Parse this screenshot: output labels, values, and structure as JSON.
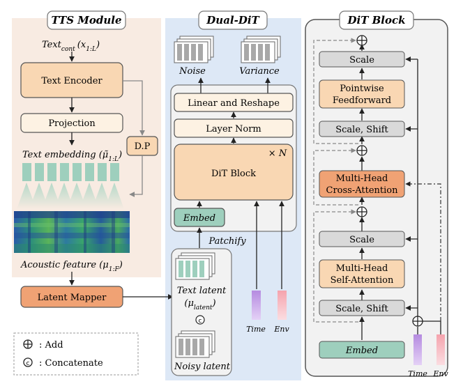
{
  "tts": {
    "title": "TTS Module",
    "text_cont": "Text",
    "text_cont_sub": "cont",
    "text_cont_var": "(x",
    "text_cont_var_sub": "1:L",
    "text_cont_close": ")",
    "text_encoder": "Text Encoder",
    "projection": "Projection",
    "dp": "D.P",
    "text_embedding": "Text embedding (",
    "text_embedding_var": "μ̃",
    "text_embedding_sub": "1:L",
    "text_embedding_close": ")",
    "acoustic_feature": "Acoustic feature (μ",
    "acoustic_feature_sub": "1:F",
    "acoustic_feature_close": ")",
    "latent_mapper": "Latent Mapper"
  },
  "dual_dit": {
    "title": "Dual-DiT",
    "noise": "Noise",
    "variance": "Variance",
    "linear_reshape": "Linear and Reshape",
    "layer_norm": "Layer Norm",
    "dit_block": "DiT Block",
    "times_n": "× N",
    "embed": "Embed",
    "patchify": "Patchify",
    "text_latent": "Text latent",
    "text_latent_var": "(μ",
    "text_latent_sub": "latent",
    "text_latent_close": ")",
    "concat_symbol": "c",
    "noisy_latent": "Noisy latent",
    "time": "Time",
    "env": "Env"
  },
  "dit_block": {
    "title": "DiT Block",
    "scale_top": "Scale",
    "ffn_line1": "Pointwise",
    "ffn_line2": "Feedforward",
    "scale_shift_top": "Scale, Shift",
    "cross_line1": "Multi-Head",
    "cross_line2": "Cross-Attention",
    "scale_mid": "Scale",
    "self_line1": "Multi-Head",
    "self_line2": "Self-Attention",
    "scale_shift_bottom": "Scale, Shift",
    "embed": "Embed",
    "time": "Time",
    "env": "Env"
  },
  "legend": {
    "add": ": Add",
    "concat": ": Concatenate",
    "concat_symbol": "c"
  },
  "colors": {
    "tts_bg": "#f8ebe2",
    "dual_bg": "#dde8f6",
    "dit_bg": "#f2f2f2",
    "cream": "#fdf2e3",
    "light_orange": "#f9d7b3",
    "orange": "#f0a274",
    "teal": "#9ecfbd",
    "gray_box": "#d9d9d9",
    "time_purple": "#c8a5e8",
    "env_pink": "#f6b8bf"
  }
}
